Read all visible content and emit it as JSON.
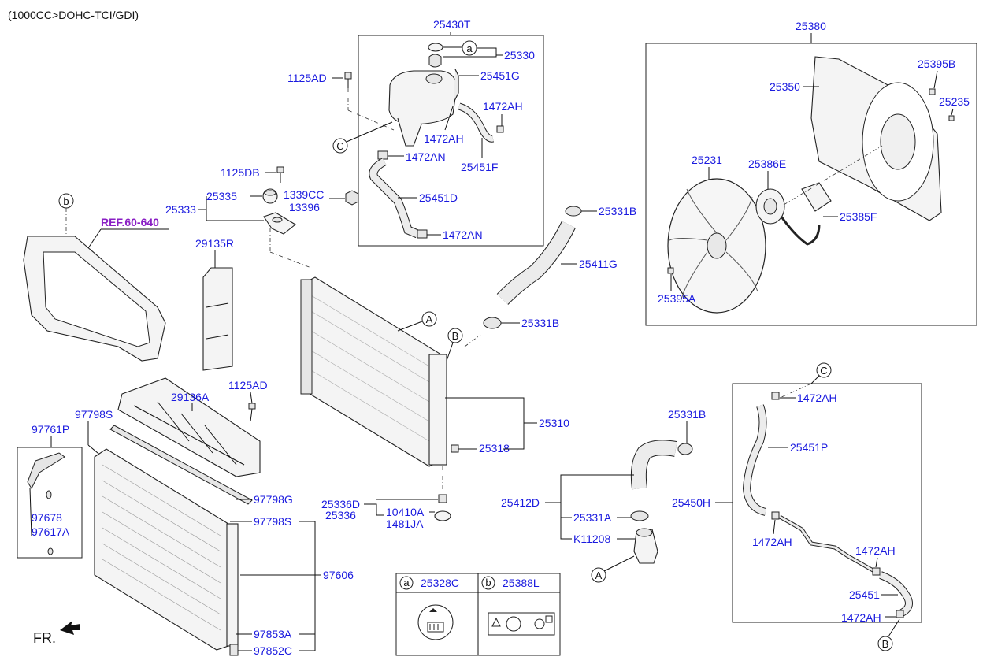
{
  "header": {
    "engine_spec": "(1000CC>DOHC-TCI/GDI)"
  },
  "reference": {
    "label": "REF.60-640"
  },
  "front_indicator": {
    "label": "FR."
  },
  "parts": {
    "p25430T": "25430T",
    "p25330": "25330",
    "p25451G": "25451G",
    "p1125AD_top": "1125AD",
    "p1472AH_top": "1472AH",
    "p1472AH_mid": "1472AH",
    "p1472AN_a": "1472AN",
    "p25451F": "25451F",
    "p1125DB": "1125DB",
    "p25335": "25335",
    "p25333": "25333",
    "p1339CC": "1339CC",
    "p13396": "13396",
    "p25451D": "25451D",
    "p1472AN_b": "1472AN",
    "p25331B_a": "25331B",
    "p25411G": "25411G",
    "p25331B_b": "25331B",
    "p29135R": "29135R",
    "p29136A": "29136A",
    "p1125AD_mid": "1125AD",
    "p97798S_a": "97798S",
    "p97761P": "97761P",
    "p97678": "97678",
    "p97617A": "97617A",
    "p25310": "25310",
    "p25318": "25318",
    "p25336D": "25336D",
    "p25336": "25336",
    "p10410A": "10410A",
    "p1481JA": "1481JA",
    "p97798G": "97798G",
    "p97798S_b": "97798S",
    "p97606": "97606",
    "p97853A": "97853A",
    "p97852C": "97852C",
    "p25331B_c": "25331B",
    "p25412D": "25412D",
    "p25331A": "25331A",
    "pK11208": "K11208",
    "p25380": "25380",
    "p25350": "25350",
    "p25395B": "25395B",
    "p25235": "25235",
    "p25231": "25231",
    "p25386E": "25386E",
    "p25385F": "25385F",
    "p25395A": "25395A",
    "p1472AH_r1": "1472AH",
    "p25451P": "25451P",
    "p25450H": "25450H",
    "p1472AH_r2": "1472AH",
    "p1472AH_r3": "1472AH",
    "p25451": "25451",
    "p1472AH_r4": "1472AH"
  },
  "callouts": {
    "a": "a",
    "b": "b",
    "A": "A",
    "B": "B",
    "C": "C"
  },
  "legend_table": {
    "col_a_key": "a",
    "col_a_part": "25328C",
    "col_b_key": "b",
    "col_b_part": "25388L"
  }
}
